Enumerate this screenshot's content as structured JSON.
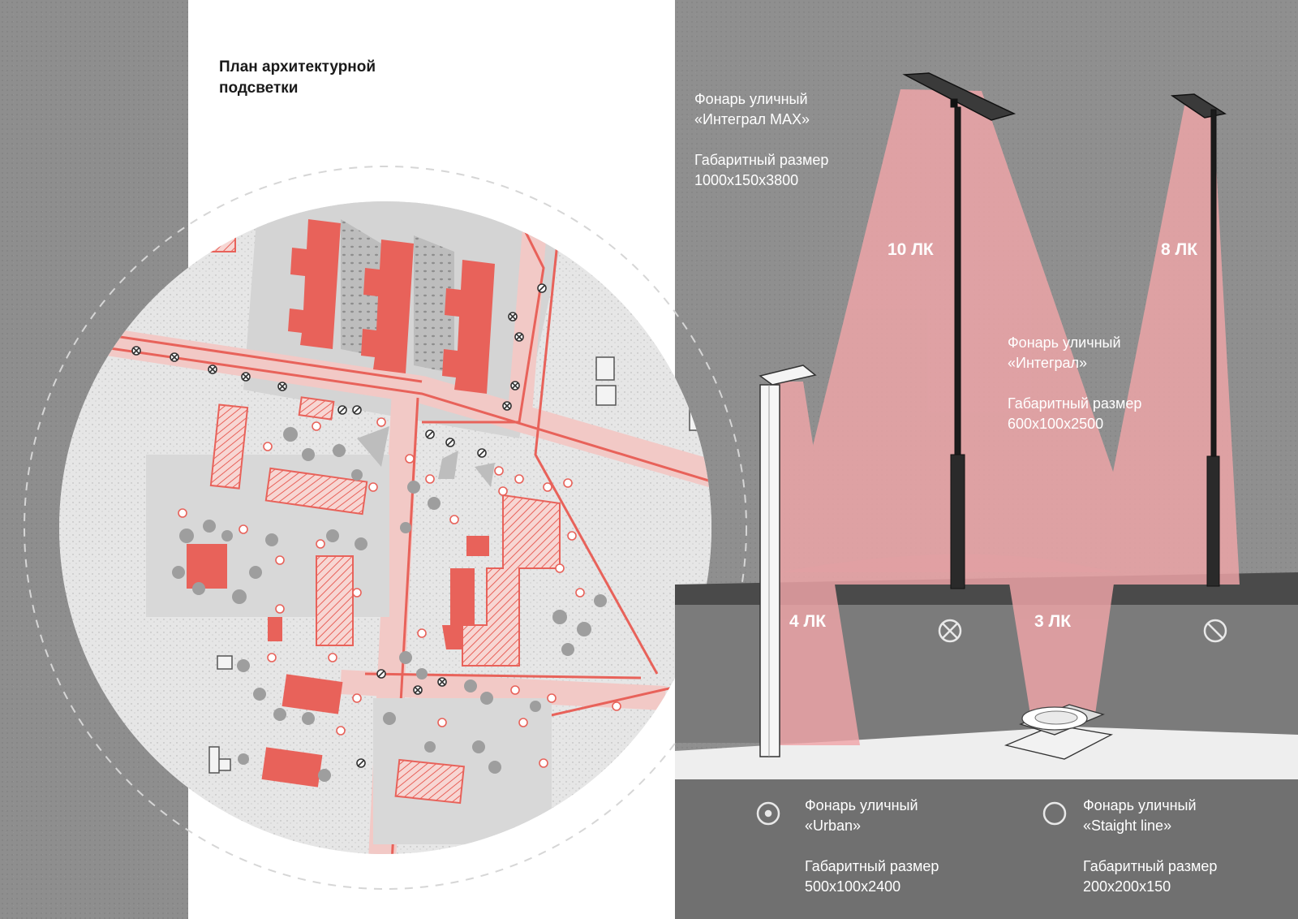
{
  "title": "План архитектурной подсветки",
  "lamps": [
    {
      "name_line1": "Фонарь уличный",
      "name_line2": "«Интеграл MAX»",
      "size_label": "Габаритный размер",
      "size": "1000x150x3800",
      "lux": "10 ЛК"
    },
    {
      "name_line1": "Фонарь уличный",
      "name_line2": "«Интеграл»",
      "size_label": "Габаритный размер",
      "size": "600x100x2500",
      "lux": "8 ЛК"
    },
    {
      "name_line1": "Фонарь уличный",
      "name_line2": "«Urban»",
      "size_label": "Габаритный размер",
      "size": "500x100x2400",
      "lux": "4 ЛК"
    },
    {
      "name_line1": "Фонарь уличный",
      "name_line2": "«Staight line»",
      "size_label": "Габаритный размер",
      "size": "200x200x150",
      "lux": "3 ЛК"
    }
  ],
  "legend_icons": [
    "crossed-circle-icon",
    "slashed-circle-icon",
    "dot-circle-icon",
    "ring-icon"
  ],
  "colors": {
    "accent": "#e8625a",
    "beam": "#f0a5a8",
    "background": "#8c8c8c",
    "plan_gray": "#dcdcdc"
  }
}
